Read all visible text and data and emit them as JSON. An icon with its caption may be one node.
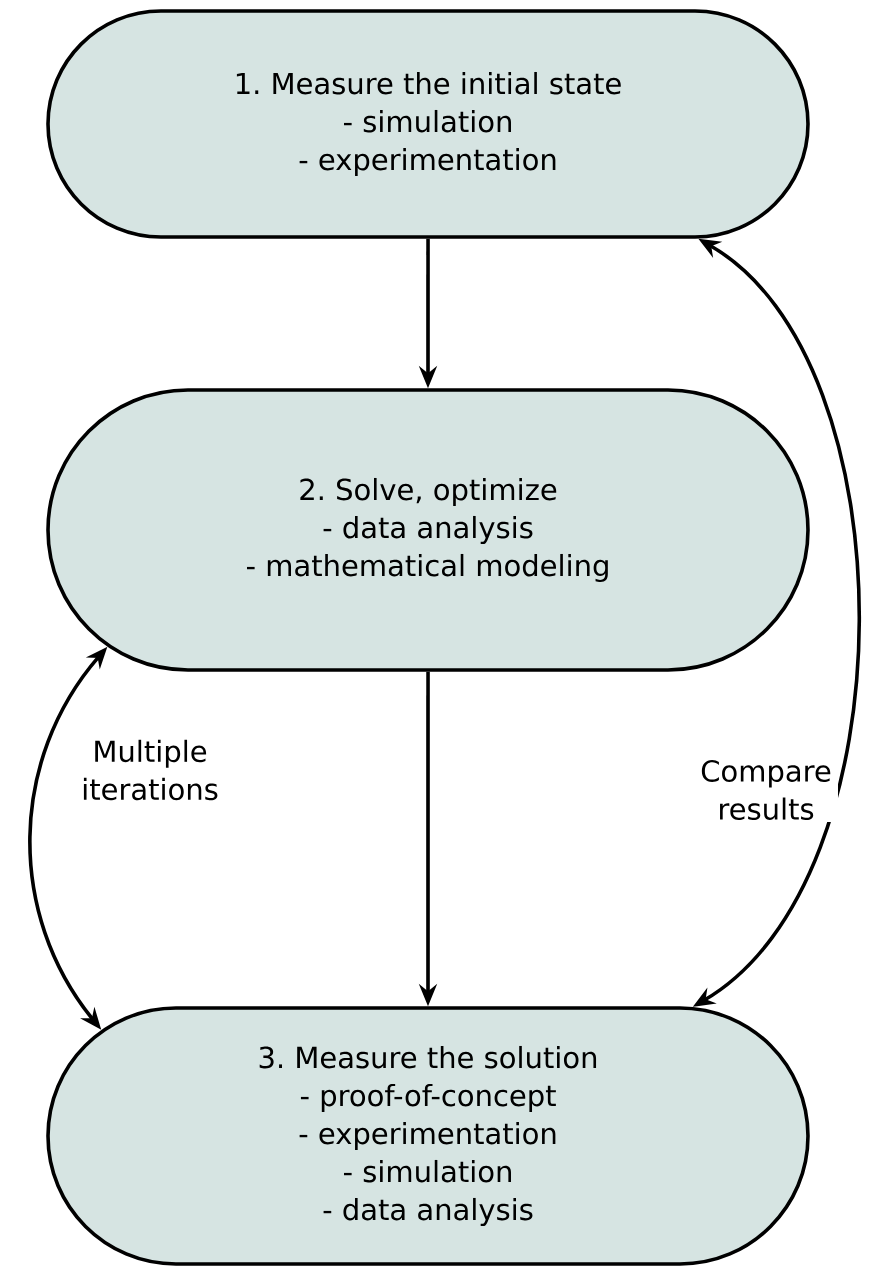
{
  "diagram": {
    "nodes": [
      {
        "text": [
          "1. Measure the initial state",
          "- simulation",
          "- experimentation"
        ]
      },
      {
        "text": [
          "2. Solve, optimize",
          "- data analysis",
          "- mathematical modeling"
        ]
      },
      {
        "text": [
          "3. Measure the solution",
          "- proof-of-concept",
          "- experimentation",
          "- simulation",
          "- data analysis"
        ]
      }
    ],
    "edges": [
      {
        "from": 0,
        "to": 1,
        "arrow": "to"
      },
      {
        "from": 1,
        "to": 2,
        "arrow": "to"
      },
      {
        "from": 1,
        "to": 2,
        "arrow": "both",
        "label": "Multiple iterations"
      },
      {
        "from": 2,
        "to": 0,
        "arrow": "both",
        "label": "Compare results"
      }
    ]
  }
}
